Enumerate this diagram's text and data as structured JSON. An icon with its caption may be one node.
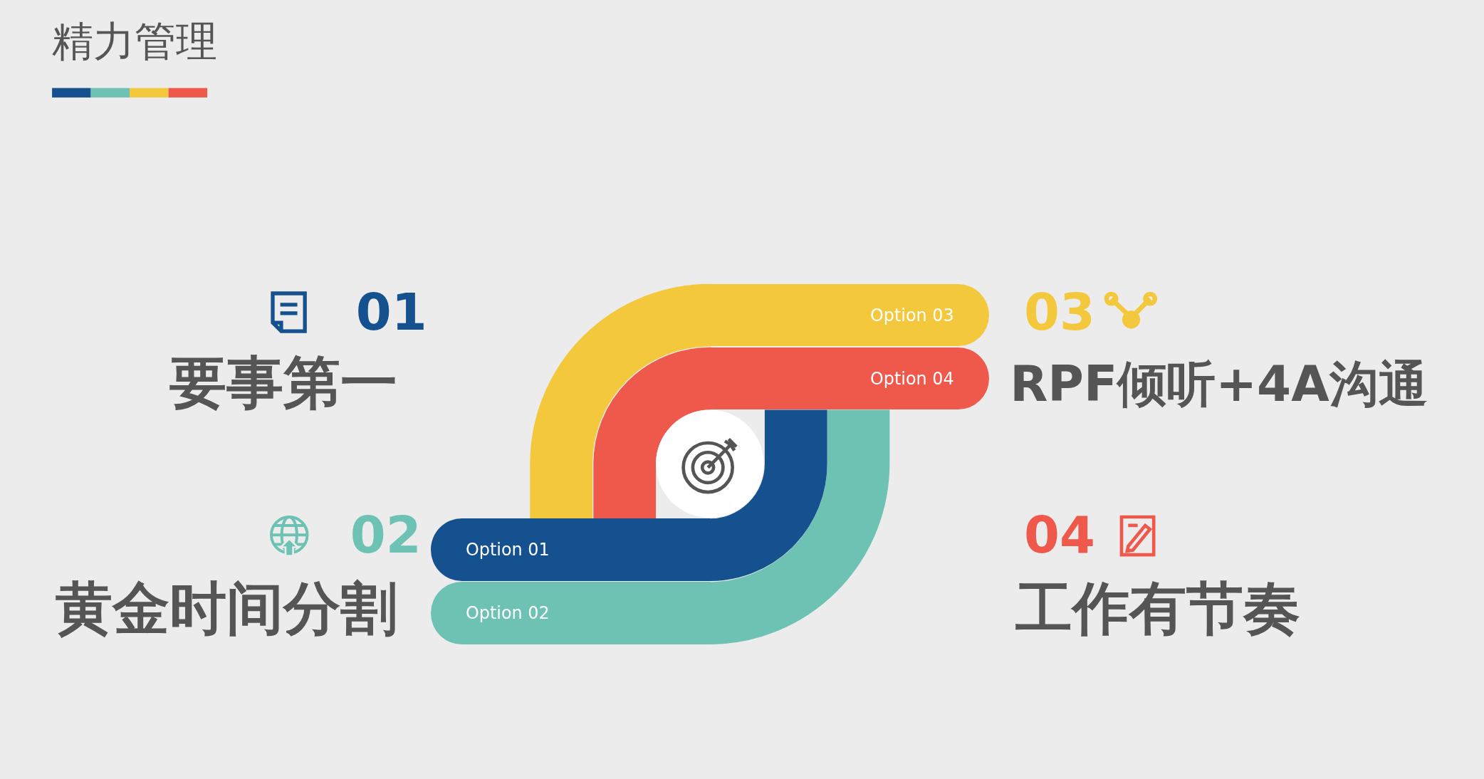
{
  "diagram": {
    "title": "精力管理",
    "nodes": [
      {
        "text": [
          "Option 03"
        ]
      },
      {
        "text": [
          "Option 04"
        ]
      },
      {
        "text": [
          "Option 01"
        ]
      },
      {
        "text": [
          "Option 02"
        ]
      }
    ],
    "labels": [
      "01",
      "要事第一",
      "03",
      "RPF倾听+4A沟通",
      "02",
      "黄金时间分割",
      "04",
      "工作有节奏"
    ]
  }
}
